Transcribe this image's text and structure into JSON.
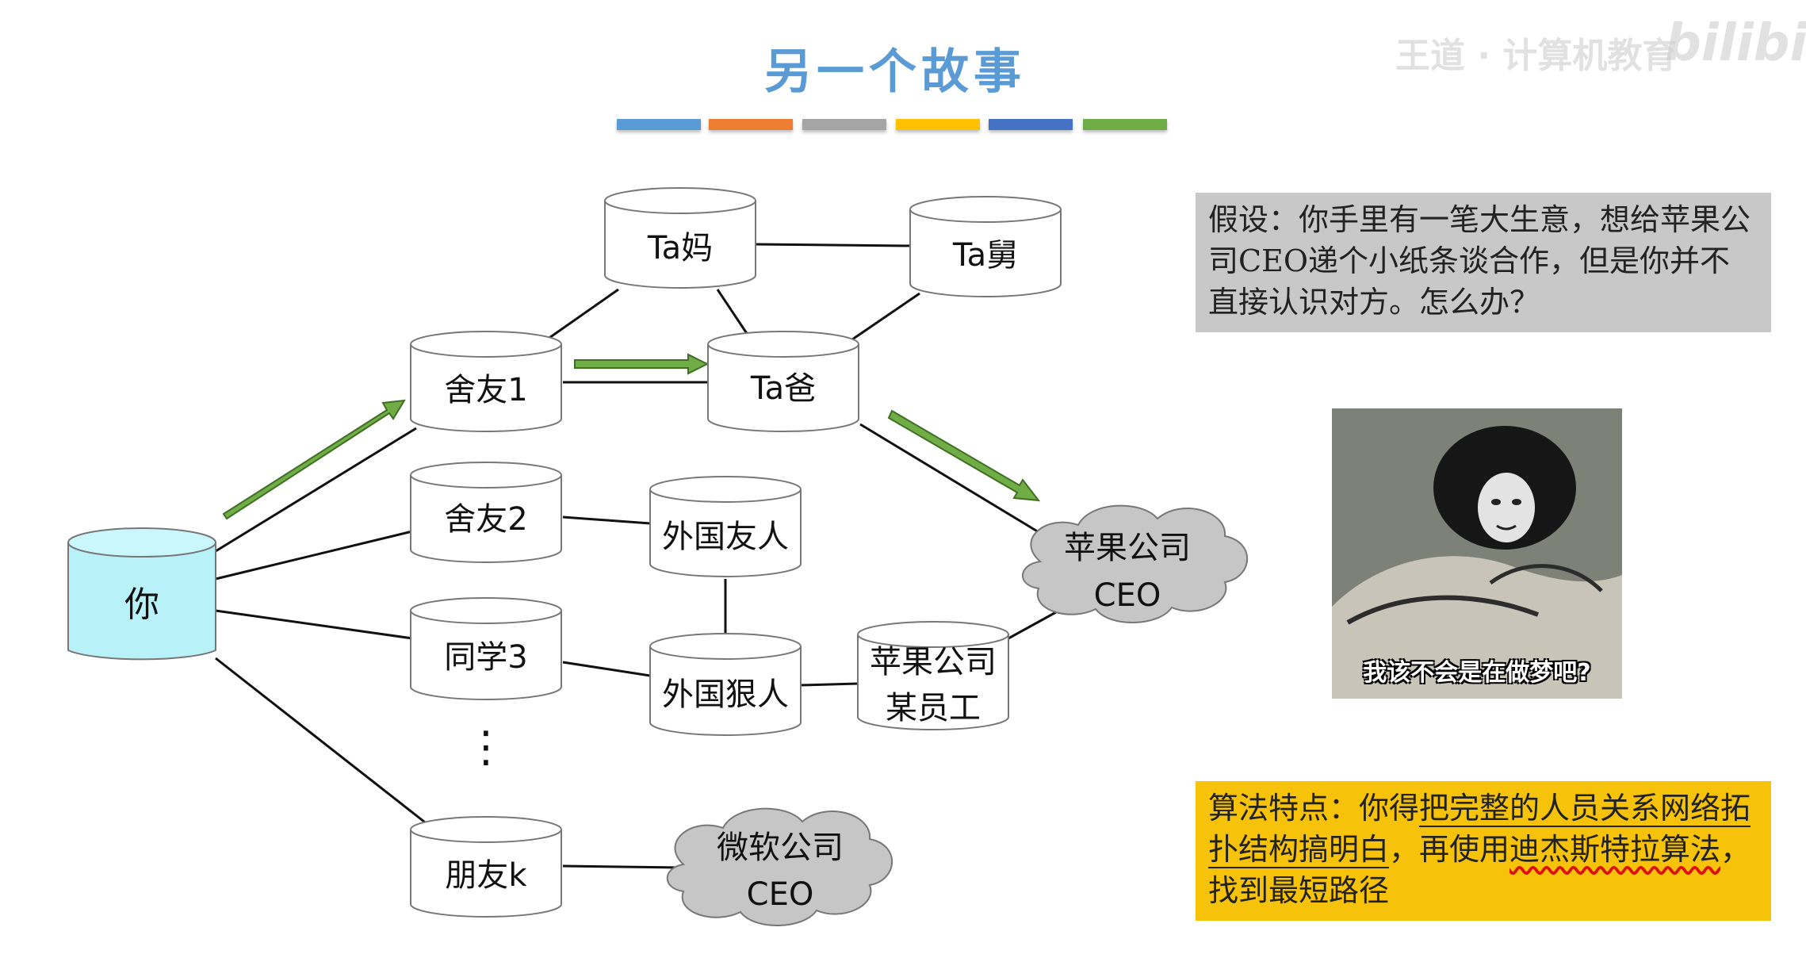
{
  "title": "另一个故事",
  "accent_colors": [
    "#5b9bd5",
    "#ed7d31",
    "#a5a5a5",
    "#ffc000",
    "#4472c4",
    "#70ad47"
  ],
  "watermark": {
    "text": "王道 · 计算机教育",
    "logo": "bilibili"
  },
  "nodes": {
    "you": "你",
    "roommate1": "舍友1",
    "roommate2": "舍友2",
    "classmate3": "同学3",
    "friendk": "朋友k",
    "ta_mom": "Ta妈",
    "ta_uncle": "Ta舅",
    "ta_dad": "Ta爸",
    "foreign_friend": "外国友人",
    "foreign_tough": "外国狠人",
    "apple_employee_line1": "苹果公司",
    "apple_employee_line2": "某员工",
    "apple_ceo_line1": "苹果公司",
    "apple_ceo_line2": "CEO",
    "ms_ceo_line1": "微软公司",
    "ms_ceo_line2": "CEO",
    "ellipsis": "⋮"
  },
  "hypothesis": {
    "text": "假设：你手里有一笔大生意，想给苹果公司CEO递个小纸条谈合作，但是你并不直接认识对方。怎么办？"
  },
  "algorithm": {
    "prefix": "算法特点：你得",
    "underlined": "把完整的人员关系网络拓扑结构搞明白",
    "middle": "，再使用",
    "highlight": "迪杰斯特拉算法",
    "suffix": "，找到最短路径"
  },
  "meme": {
    "caption": "我该不会是在做梦吧?"
  }
}
